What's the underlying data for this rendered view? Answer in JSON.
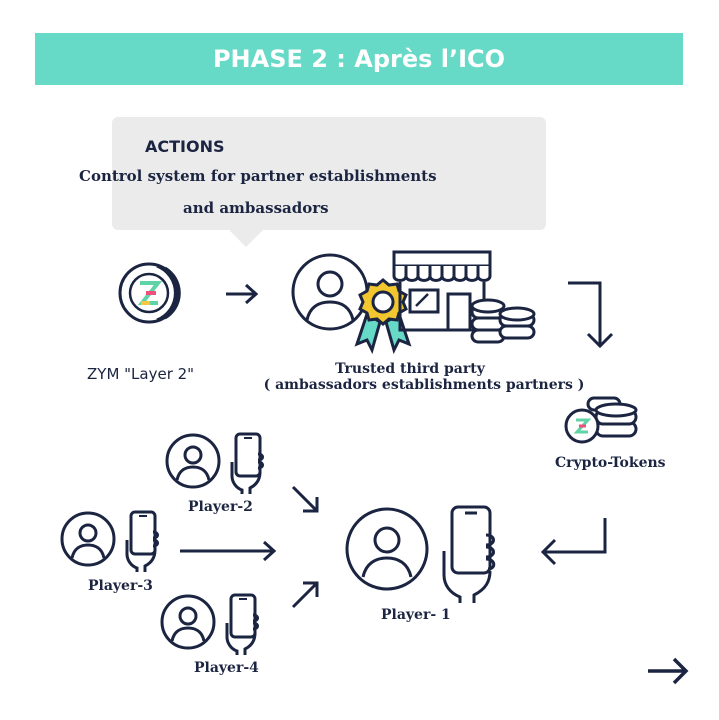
{
  "header": {
    "title": "PHASE 2 : Après l’ICO"
  },
  "callout": {
    "heading": "ACTIONS",
    "line1": "Control system for partner establishments",
    "line2": "and ambassadors"
  },
  "nodes": {
    "zym": {
      "label": "ZYM \"Layer 2\"",
      "icon": "zym-coin-icon"
    },
    "third_party": {
      "label1": "Trusted third party",
      "label2": "( ambassadors establishments partners )"
    },
    "crypto_tokens": {
      "label": "Crypto-Tokens"
    },
    "player1": {
      "label": "Player- 1"
    },
    "player2": {
      "label": "Player-2"
    },
    "player3": {
      "label": "Player-3"
    },
    "player4": {
      "label": "Player-4"
    }
  },
  "colors": {
    "banner": "#66d9c7",
    "navy": "#1b2440",
    "callout_bg": "#ebebeb",
    "badge_gold": "#f2c62f",
    "badge_teal": "#66d9c7",
    "logo_green": "#5fd3a6",
    "logo_pink": "#f04f7a",
    "logo_yellow": "#f6c840"
  }
}
